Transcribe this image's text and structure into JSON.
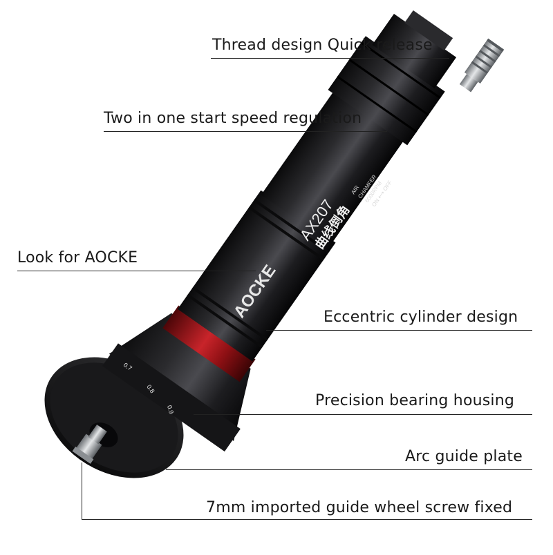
{
  "callouts": {
    "thread": "Thread design Quick release",
    "two_in_one": "Two in one start speed regulation",
    "look_for": "Look for AOCKE",
    "eccentric": "Eccentric cylinder design",
    "bearing": "Precision bearing housing",
    "arc_plate": "Arc guide plate",
    "guide_wheel": "7mm imported guide wheel screw fixed"
  },
  "tool_markings": {
    "brand": "AOCKE",
    "model": "AX207",
    "chinese": "曲线倒角",
    "small_text": [
      "AIR",
      "CHAMFER",
      "6000RPM",
      "ON ⟷ OFF"
    ],
    "dial_numbers": [
      "0.7",
      "0.8",
      "0.9"
    ]
  },
  "colors": {
    "body": "#1c1c1e",
    "ring_red": "#b3161c",
    "metal": "#b8bcc0",
    "lines": "#222222"
  }
}
